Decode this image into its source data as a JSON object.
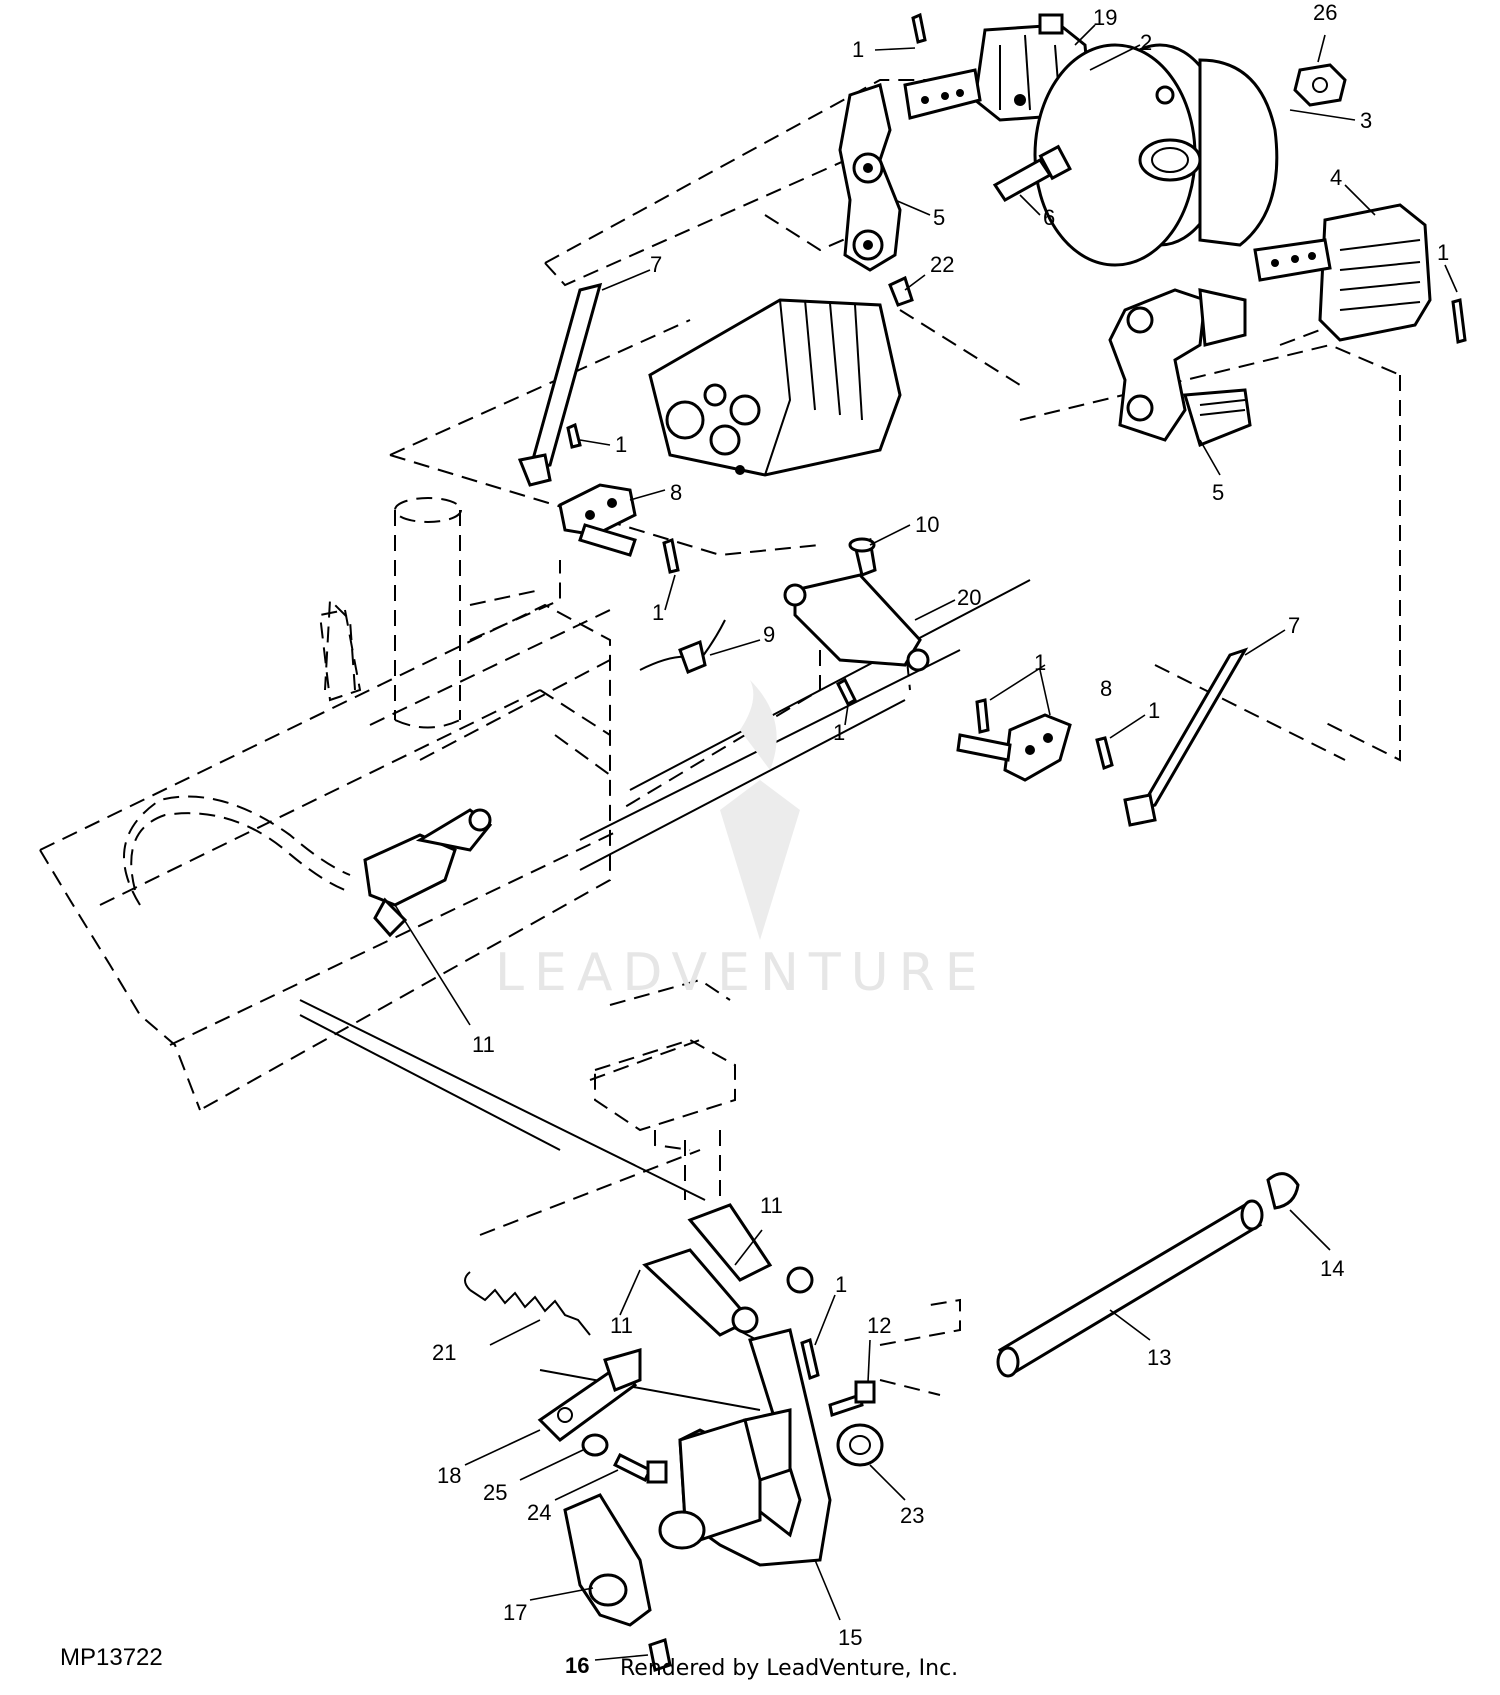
{
  "diagram": {
    "figure_code": "MP13722",
    "watermark": "LEADVENTURE",
    "footer": "Rendered by LeadVenture, Inc.",
    "callouts": [
      {
        "id": "c1a",
        "label": "1"
      },
      {
        "id": "c19",
        "label": "19"
      },
      {
        "id": "c2",
        "label": "2"
      },
      {
        "id": "c26",
        "label": "26"
      },
      {
        "id": "c3",
        "label": "3"
      },
      {
        "id": "c5a",
        "label": "5"
      },
      {
        "id": "c6",
        "label": "6"
      },
      {
        "id": "c4",
        "label": "4"
      },
      {
        "id": "c1b",
        "label": "1"
      },
      {
        "id": "c7a",
        "label": "7"
      },
      {
        "id": "c22",
        "label": "22"
      },
      {
        "id": "c1c",
        "label": "1"
      },
      {
        "id": "c5b",
        "label": "5"
      },
      {
        "id": "c8a",
        "label": "8"
      },
      {
        "id": "c10",
        "label": "10"
      },
      {
        "id": "c1d",
        "label": "1"
      },
      {
        "id": "c9",
        "label": "9"
      },
      {
        "id": "c20",
        "label": "20"
      },
      {
        "id": "c7b",
        "label": "7"
      },
      {
        "id": "c1e",
        "label": "1"
      },
      {
        "id": "c8b",
        "label": "8"
      },
      {
        "id": "c1f",
        "label": "1"
      },
      {
        "id": "c1g",
        "label": "1"
      },
      {
        "id": "c11a",
        "label": "11"
      },
      {
        "id": "c11b",
        "label": "11"
      },
      {
        "id": "c11c",
        "label": "11"
      },
      {
        "id": "c14",
        "label": "14"
      },
      {
        "id": "c1h",
        "label": "1"
      },
      {
        "id": "c12",
        "label": "12"
      },
      {
        "id": "c13",
        "label": "13"
      },
      {
        "id": "c21",
        "label": "21"
      },
      {
        "id": "c18",
        "label": "18"
      },
      {
        "id": "c25",
        "label": "25"
      },
      {
        "id": "c24",
        "label": "24"
      },
      {
        "id": "c23",
        "label": "23"
      },
      {
        "id": "c17",
        "label": "17"
      },
      {
        "id": "c15",
        "label": "15"
      },
      {
        "id": "c16",
        "label": "16"
      }
    ]
  }
}
